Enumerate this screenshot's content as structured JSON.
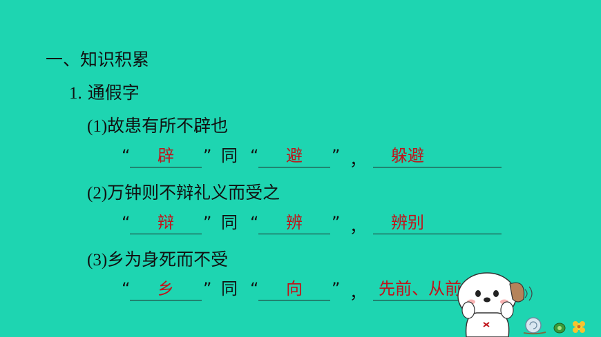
{
  "heading": "一、知识积累",
  "sub": {
    "num": "1.",
    "text": "通假字"
  },
  "items": [
    {
      "num": "(1)",
      "text": "故患有所不辟也",
      "word": "辟",
      "same": "同",
      "target": "避",
      "meaning": "躲避"
    },
    {
      "num": "(2)",
      "text": "万钟则不辩礼义而受之",
      "word": "辩",
      "same": "同",
      "target": "辨",
      "meaning": "辨别"
    },
    {
      "num": "(3)",
      "text": "乡为身死而不受",
      "word": "乡",
      "same": "同",
      "target": "向",
      "meaning": "先前、从前"
    }
  ],
  "punct": {
    "open": "“",
    "close": "”",
    "comma": "，"
  },
  "colors": {
    "background": "#1ed5b1",
    "answer": "#c0141b",
    "text": "#111111"
  },
  "decoration": {
    "mascot": "cartoon-dog-icon",
    "snail": "snail-icon",
    "flower": "flower-icon"
  }
}
